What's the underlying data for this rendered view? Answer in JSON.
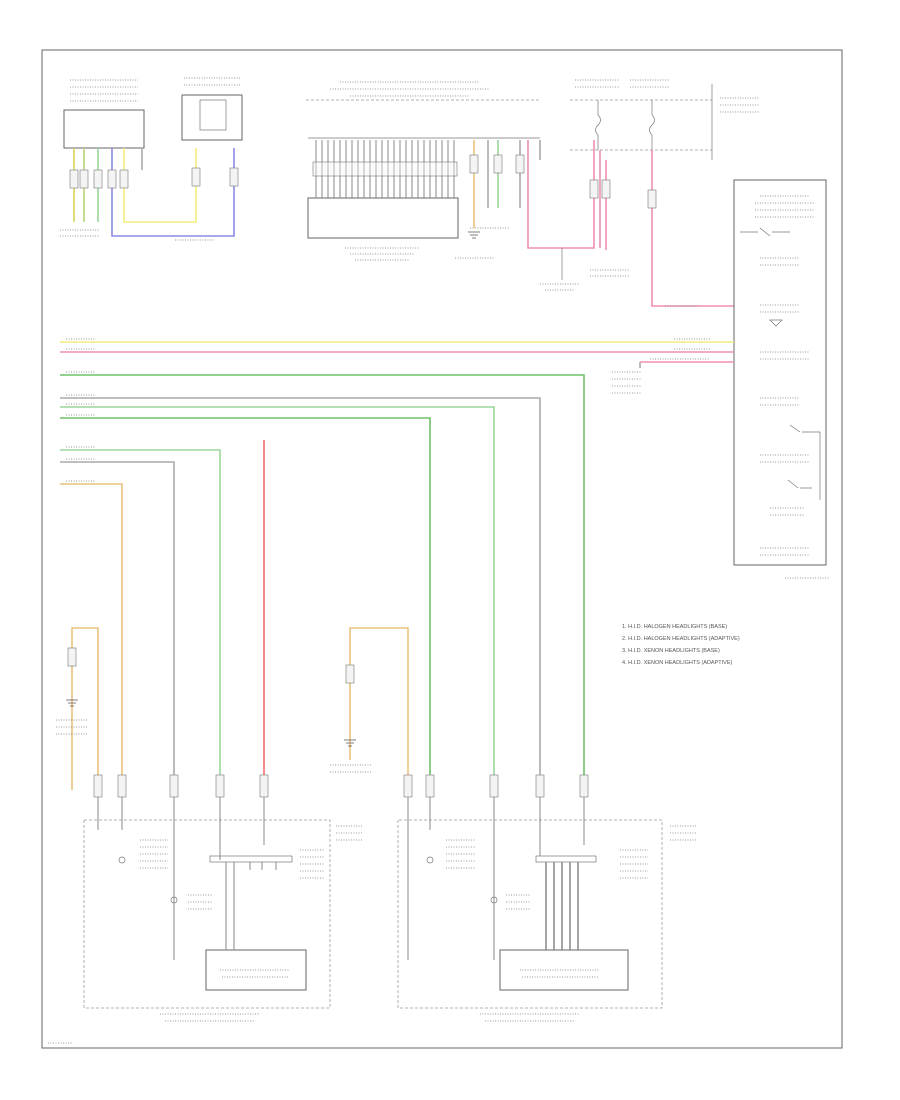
{
  "colors": {
    "yellow": "#f2ee7a",
    "pink": "#ef8fb4",
    "red": "#ee6f6f",
    "green": "#6fc06b",
    "light_green": "#9ad69a",
    "gray": "#aaaaaa",
    "blue": "#8c8ce6",
    "orange": "#e8c27c",
    "border": "#666666"
  },
  "notes": [
    "1. H.I.D. HALOGEN HEADLIGHTS (BASE)",
    "2. H.I.D. HALOGEN HEADLIGHTS (ADAPTIVE)",
    "3. H.I.D. XENON HEADLIGHTS (BASE)",
    "4. H.I.D. XENON HEADLIGHTS (ADAPTIVE)"
  ],
  "components": {
    "top_left_module": "",
    "top_sensor": "",
    "top_center_header": "",
    "top_center_module": "",
    "fuse_box": "",
    "light_switch": "",
    "right_headlight": "",
    "left_headlight": ""
  },
  "footer_code": ""
}
